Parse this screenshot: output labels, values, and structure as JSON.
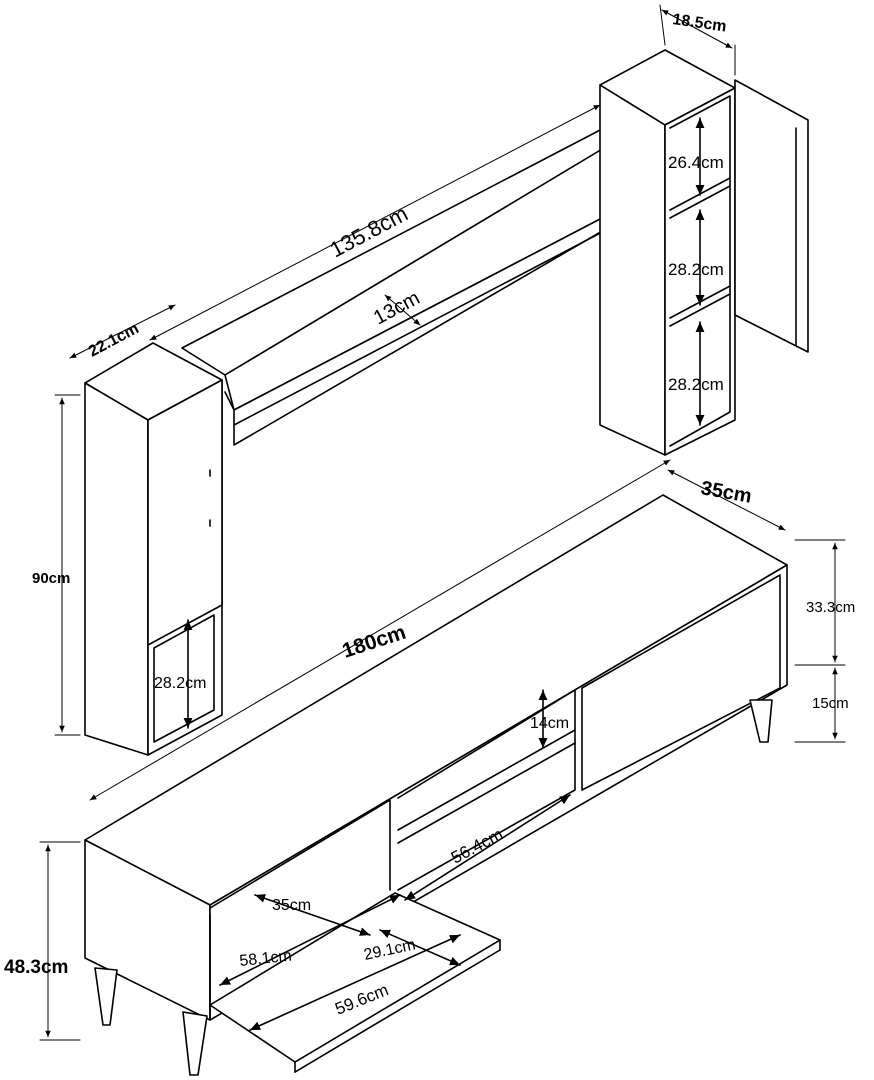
{
  "colors": {
    "line": "#000000",
    "face": "#ffffff"
  },
  "dimensions": {
    "top_shelf_depth": "18.5cm",
    "long_shelf_length": "135.8cm",
    "shelf_height_gap": "13cm",
    "left_cabinet_depth": "22.1cm",
    "left_cabinet_height": "90cm",
    "left_open_compartment": "28.2cm",
    "right_compartment_top": "26.4cm",
    "right_compartment_middle": "28.2cm",
    "right_compartment_bottom": "28.2cm",
    "tv_unit_depth": "35cm",
    "tv_unit_length": "180cm",
    "tv_unit_body_height": "33.3cm",
    "tv_unit_leg_height": "15cm",
    "tv_unit_total_height": "48.3cm",
    "inner_shelf_height": "14cm",
    "open_compartment_width": "56.4cm",
    "drawer_depth": "35cm",
    "drawer_inner_width": "58.1cm",
    "drawer_front_height": "29.1cm",
    "drawer_front_width": "59.6cm"
  }
}
